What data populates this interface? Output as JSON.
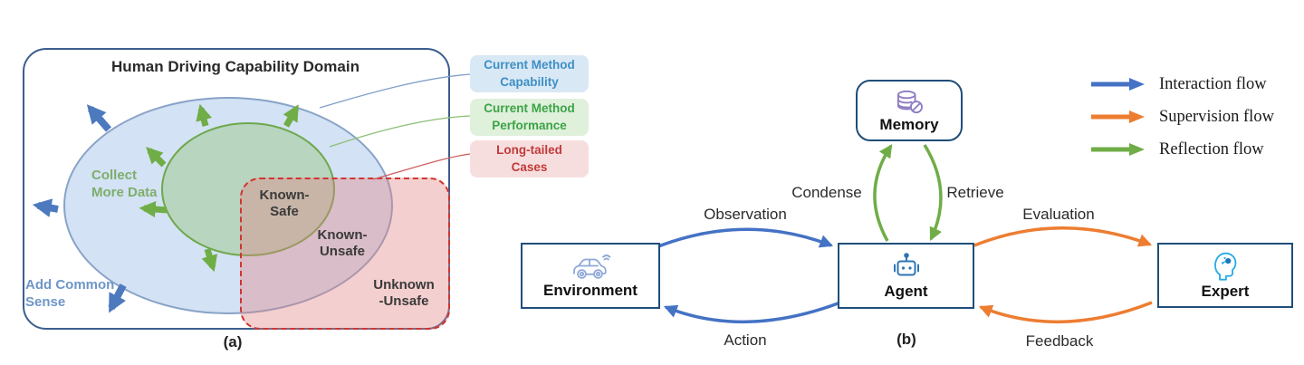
{
  "figure": {
    "panel_a": {
      "caption": "(a)",
      "title": "Human Driving Capability Domain",
      "annotations": {
        "collect_more_data": {
          "line1": "Collect",
          "line2": "More Data"
        },
        "add_common_sense": {
          "line1": "Add Common",
          "line2": "Sense"
        },
        "known_safe": {
          "line1": "Known-",
          "line2": "Safe"
        },
        "known_unsafe": {
          "line1": "Known-",
          "line2": "Unsafe"
        },
        "unknown_unsafe": {
          "line1": "Unknown",
          "line2": "-Unsafe"
        }
      },
      "legend_boxes": [
        {
          "line1": "Current Method",
          "line2": "Capability",
          "text_color": "#3E8FC6",
          "bg_color": "#D9E8F5"
        },
        {
          "line1": "Current Method",
          "line2": "Performance",
          "text_color": "#3CA447",
          "bg_color": "#DFF0DB"
        },
        {
          "line1": "Long-tailed",
          "line2": "Cases",
          "text_color": "#C03A3A",
          "bg_color": "#F7DEDE"
        }
      ]
    },
    "panel_b": {
      "caption": "(b)",
      "nodes": {
        "environment": {
          "label": "Environment",
          "icon": "car-icon"
        },
        "agent": {
          "label": "Agent",
          "icon": "robot-icon"
        },
        "expert": {
          "label": "Expert",
          "icon": "expert-head-icon"
        },
        "memory": {
          "label": "Memory",
          "icon": "database-icon"
        }
      },
      "flow_labels": {
        "observation": "Observation",
        "action": "Action",
        "condense": "Condense",
        "retrieve": "Retrieve",
        "evaluation": "Evaluation",
        "feedback": "Feedback"
      },
      "legend": [
        {
          "label": "Interaction flow",
          "color": "#4472C4"
        },
        {
          "label": "Supervision flow",
          "color": "#ED7D31"
        },
        {
          "label": "Reflection flow",
          "color": "#70AD47"
        }
      ]
    },
    "colors": {
      "interaction_blue": "#4472C4",
      "supervision_orange": "#ED7D31",
      "reflection_green": "#70AD47",
      "node_border_navy": "#1F4E79",
      "blue_ellipse_border": "#89A3C8",
      "green_ellipse_border": "#6FA84C",
      "red_dashed_border": "#CF3530",
      "memory_icon_purple": "#8E7CC3",
      "agent_icon_blue": "#2E74B5",
      "expert_icon_cyan": "#29ABE2",
      "car_icon_blue": "#8FA8D8"
    }
  }
}
